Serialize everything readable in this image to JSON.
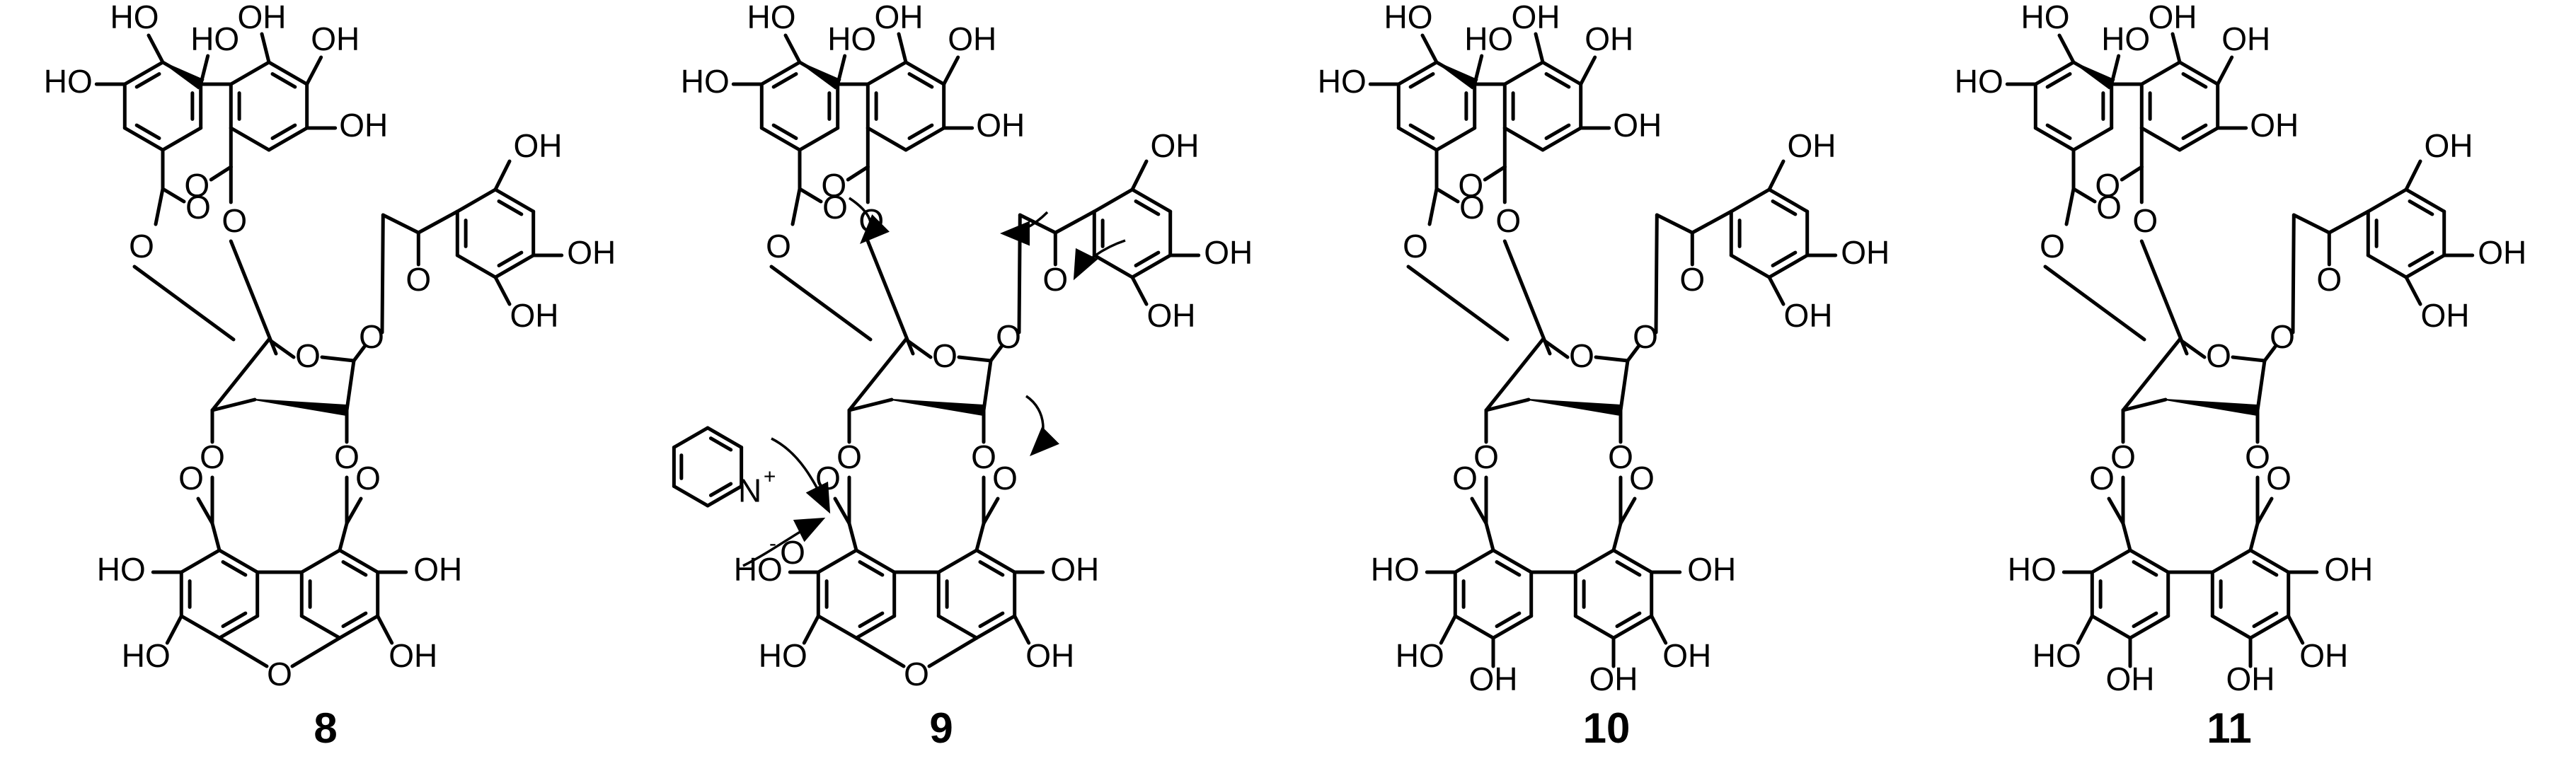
{
  "figure": {
    "labels": {
      "oh": "OH",
      "ho": "HO",
      "o": "O",
      "o_minus": "O",
      "minus": "-",
      "n": "N",
      "plus": "+"
    },
    "compounds": [
      {
        "id": "8"
      },
      {
        "id": "9"
      },
      {
        "id": "10"
      },
      {
        "id": "11"
      }
    ]
  }
}
